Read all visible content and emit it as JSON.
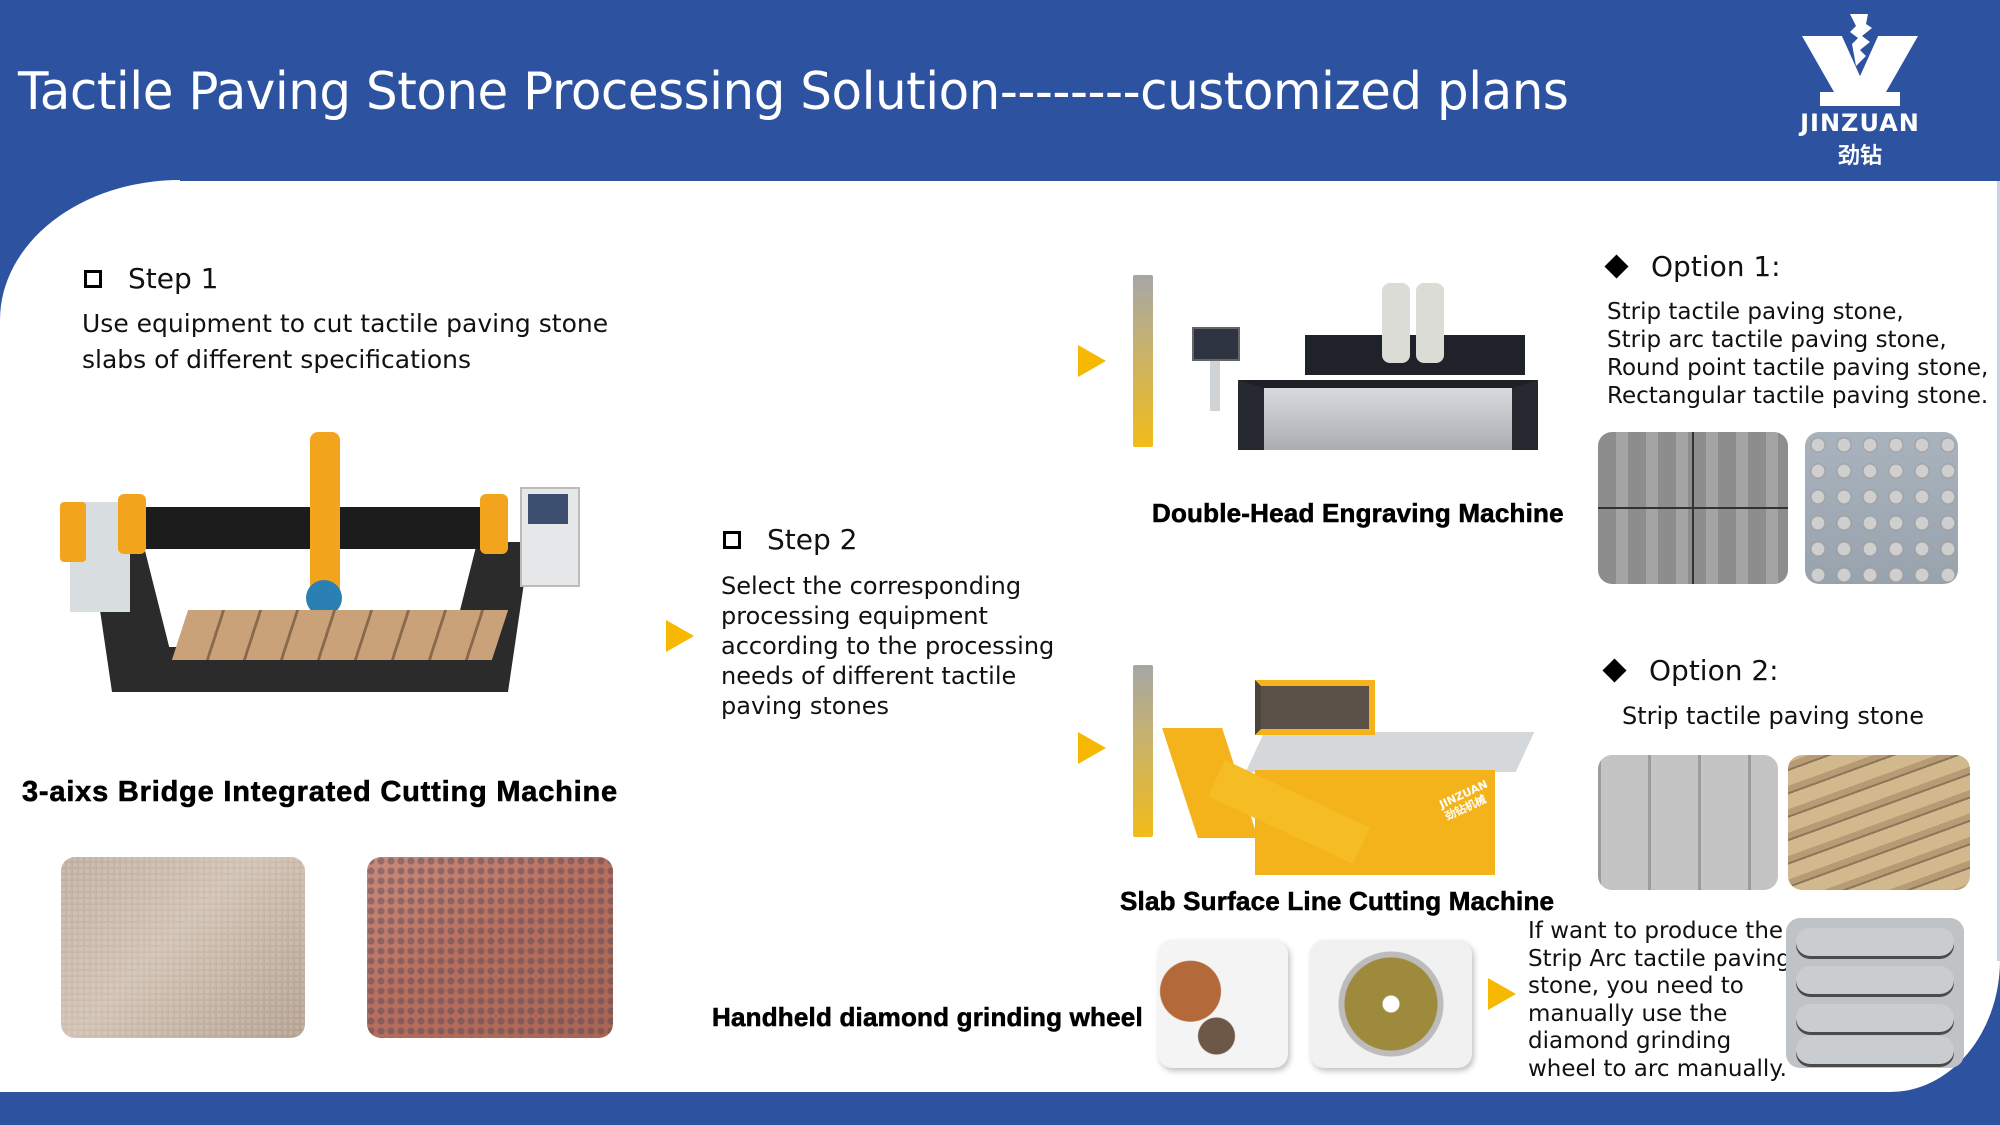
{
  "header": {
    "title": "Tactile Paving Stone Processing Solution--------customized plans",
    "logo": {
      "name": "JINZUAN",
      "name_cn": "劲钻",
      "icon": "jinzuan-drill-logo-icon"
    }
  },
  "colors": {
    "brand_blue": "#2c52a0",
    "accent_yellow": "#f6b800"
  },
  "step1": {
    "heading": "Step 1",
    "text_lines": [
      "Use equipment to cut tactile paving stone",
      "slabs of different specifications"
    ],
    "machine_label": "3-aixs Bridge Integrated Cutting Machine",
    "photos": [
      "granite-slab-photo",
      "red-granite-slab-photo"
    ]
  },
  "step2": {
    "heading": "Step 2",
    "text_lines": [
      "Select the corresponding",
      "processing equipment",
      "according to the processing",
      "needs of different tactile",
      "paving stones"
    ]
  },
  "machines": {
    "engraving_label": "Double-Head Engraving Machine",
    "line_cutting_label": "Slab Surface Line Cutting Machine",
    "grinding_label": "Handheld diamond grinding wheel"
  },
  "option1": {
    "heading": "Option 1:",
    "lines": [
      "Strip tactile paving stone,",
      "Strip arc tactile paving stone,",
      "Round point tactile paving stone,",
      "Rectangular tactile paving stone."
    ]
  },
  "option2": {
    "heading": "Option 2:",
    "text": "Strip tactile paving stone"
  },
  "note": {
    "lines": [
      "If want to produce the",
      "Strip Arc tactile paving",
      "stone, you need to",
      "manually use the",
      "diamond grinding",
      "wheel to arc manually."
    ]
  }
}
